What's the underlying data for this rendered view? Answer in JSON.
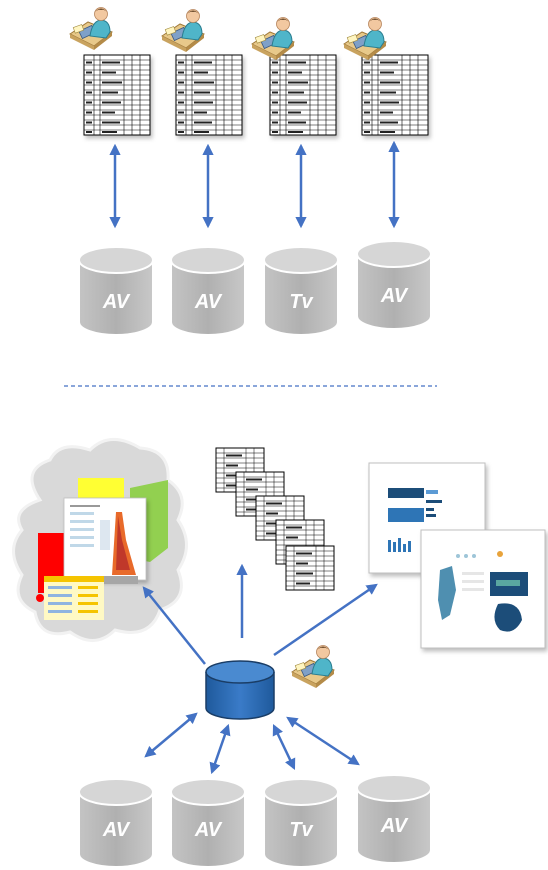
{
  "top_section": {
    "databases": [
      {
        "label": "AV"
      },
      {
        "label": "AV"
      },
      {
        "label": "Tv"
      },
      {
        "label": "AV"
      }
    ]
  },
  "bottom_section": {
    "central_database": {
      "label": ""
    },
    "databases": [
      {
        "label": "AV"
      },
      {
        "label": "AV"
      },
      {
        "label": "Tv"
      },
      {
        "label": "AV"
      }
    ]
  },
  "colors": {
    "arrow": "#4472c4",
    "cylinder_gray": "#bfbfbf",
    "cylinder_blue": "#2e6db0",
    "divider": "#4472c4",
    "cloud": "#d9d9d9"
  },
  "icons": [
    "person-at-desk-icon",
    "spreadsheet-icon",
    "database-icon",
    "cloud-icon",
    "dashboard-report-icon"
  ]
}
